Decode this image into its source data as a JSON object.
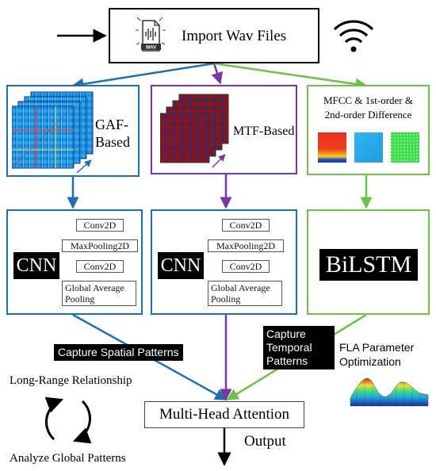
{
  "import": {
    "label": "Import Wav Files",
    "file_icon_text": "WAV"
  },
  "branches": {
    "gaf": {
      "label_line1": "GAF-",
      "label_line2": "Based"
    },
    "mtf": {
      "label": "MTF-Based"
    },
    "mfcc": {
      "label_line1": "MFCC & 1st-order &",
      "label_line2": "2nd-order Difference"
    }
  },
  "cnn_left": {
    "title": "CNN",
    "layers": [
      "Conv2D",
      "MaxPooling2D",
      "Conv2D"
    ],
    "pooling_line1": "Global Average",
    "pooling_line2": "Pooling"
  },
  "cnn_mid": {
    "title": "CNN",
    "layers": [
      "Conv2D",
      "MaxPooling2D",
      "Conv2D"
    ],
    "pooling_line1": "Global Average",
    "pooling_line2": "Pooling"
  },
  "bilstm": {
    "title": "BiLSTM"
  },
  "labels": {
    "spatial": "Capture Spatial Patterns",
    "temporal_line1": "Capture",
    "temporal_line2": "Temporal",
    "temporal_line3": "Patterns",
    "fla_line1": "FLA Parameter",
    "fla_line2": "Optimization",
    "long_range": "Long-Range Relationship",
    "analyze": "Analyze Global Patterns"
  },
  "attention": {
    "label": "Multi-Head Attention"
  },
  "output": {
    "label": "Output"
  },
  "colors": {
    "blue": "#1f6fb5",
    "purple": "#7a35a8",
    "green": "#6cc24a",
    "mtf_red": "#8b1414",
    "mtf_line": "#2a2a8a"
  }
}
